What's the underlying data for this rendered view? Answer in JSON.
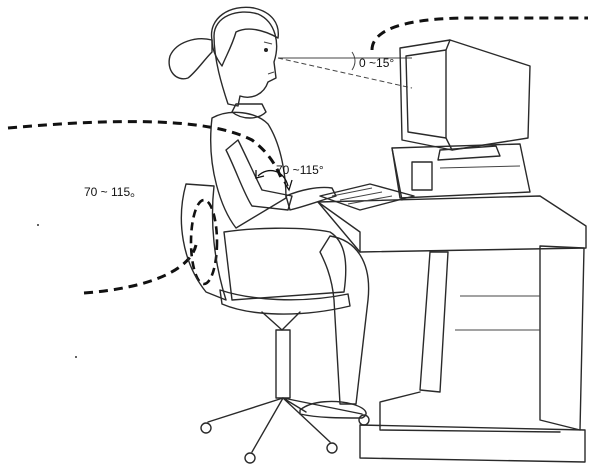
{
  "annotations": {
    "view_angle": "0 ~15°",
    "elbow_angle": "70 ~115°",
    "side_note": "70 ~ 115。"
  },
  "colors": {
    "line": "#2a2a2a",
    "shade": "#cdd9e6",
    "dash": "#111111",
    "background": "#ffffff"
  }
}
